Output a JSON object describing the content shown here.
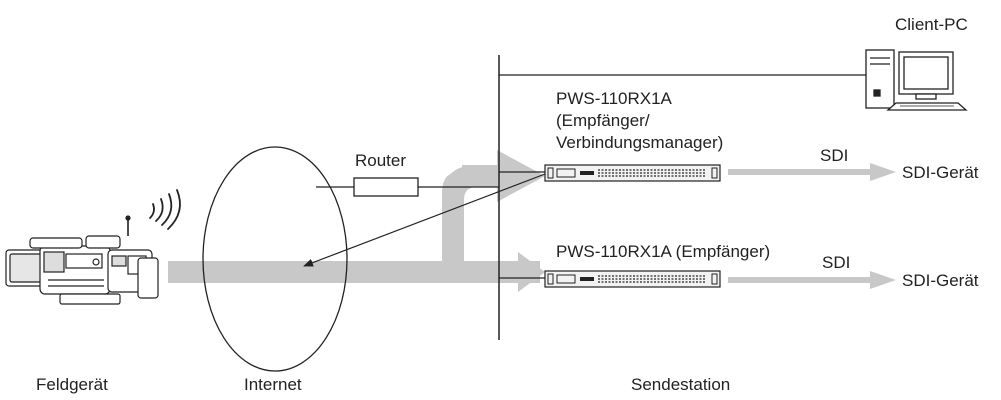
{
  "labels": {
    "client_pc": "Client-PC",
    "receiver_manager": "PWS-110RX1A\n(Empfänger/\nVerbindungsmanager)",
    "router": "Router",
    "sdi_top": "SDI",
    "sdi_device_top": "SDI-Gerät",
    "receiver": "PWS-110RX1A (Empfänger)",
    "sdi_bottom": "SDI",
    "sdi_device_bottom": "SDI-Gerät",
    "field_device": "Feldgerät",
    "internet": "Internet",
    "station": "Sendestation"
  },
  "colors": {
    "stroke": "#222222",
    "flow_arrow": "#c8c8c8",
    "device_body": "#f2f2f2"
  },
  "icons": [
    "camcorder-icon",
    "wireless-signal-icon",
    "desktop-pc-icon",
    "rack-receiver-icon"
  ]
}
